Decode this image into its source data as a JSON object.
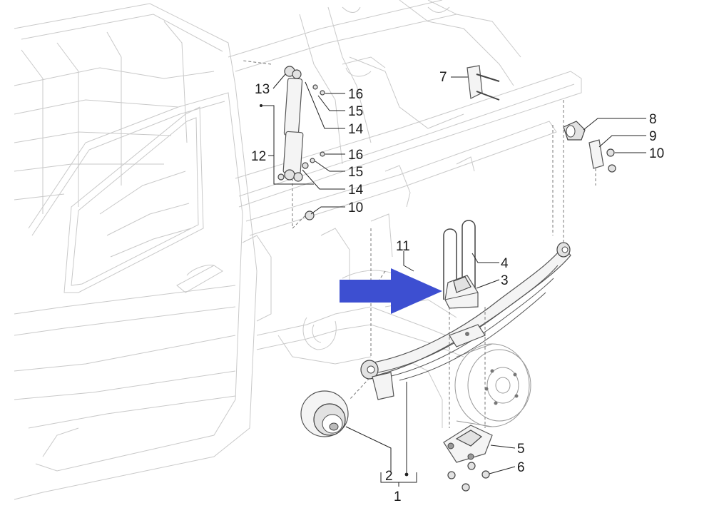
{
  "callouts": [
    {
      "id": "1",
      "text": "1"
    },
    {
      "id": "2",
      "text": "2"
    },
    {
      "id": "3",
      "text": "3"
    },
    {
      "id": "4",
      "text": "4"
    },
    {
      "id": "5",
      "text": "5"
    },
    {
      "id": "6",
      "text": "6"
    },
    {
      "id": "7",
      "text": "7"
    },
    {
      "id": "8",
      "text": "8"
    },
    {
      "id": "9",
      "text": "9"
    },
    {
      "id": "10a",
      "text": "10"
    },
    {
      "id": "10b",
      "text": "10"
    },
    {
      "id": "11",
      "text": "11"
    },
    {
      "id": "12",
      "text": "12"
    },
    {
      "id": "13",
      "text": "13"
    },
    {
      "id": "14a",
      "text": "14"
    },
    {
      "id": "14b",
      "text": "14"
    },
    {
      "id": "15a",
      "text": "15"
    },
    {
      "id": "15b",
      "text": "15"
    },
    {
      "id": "16a",
      "text": "16"
    },
    {
      "id": "16b",
      "text": "16"
    }
  ],
  "colors": {
    "arrow": "#3d4fd1",
    "line_art": "#c9c9c9",
    "part_stroke": "#555555",
    "label_text": "#1a1a1a"
  },
  "icons": {
    "pointer": "right-arrow-icon"
  }
}
